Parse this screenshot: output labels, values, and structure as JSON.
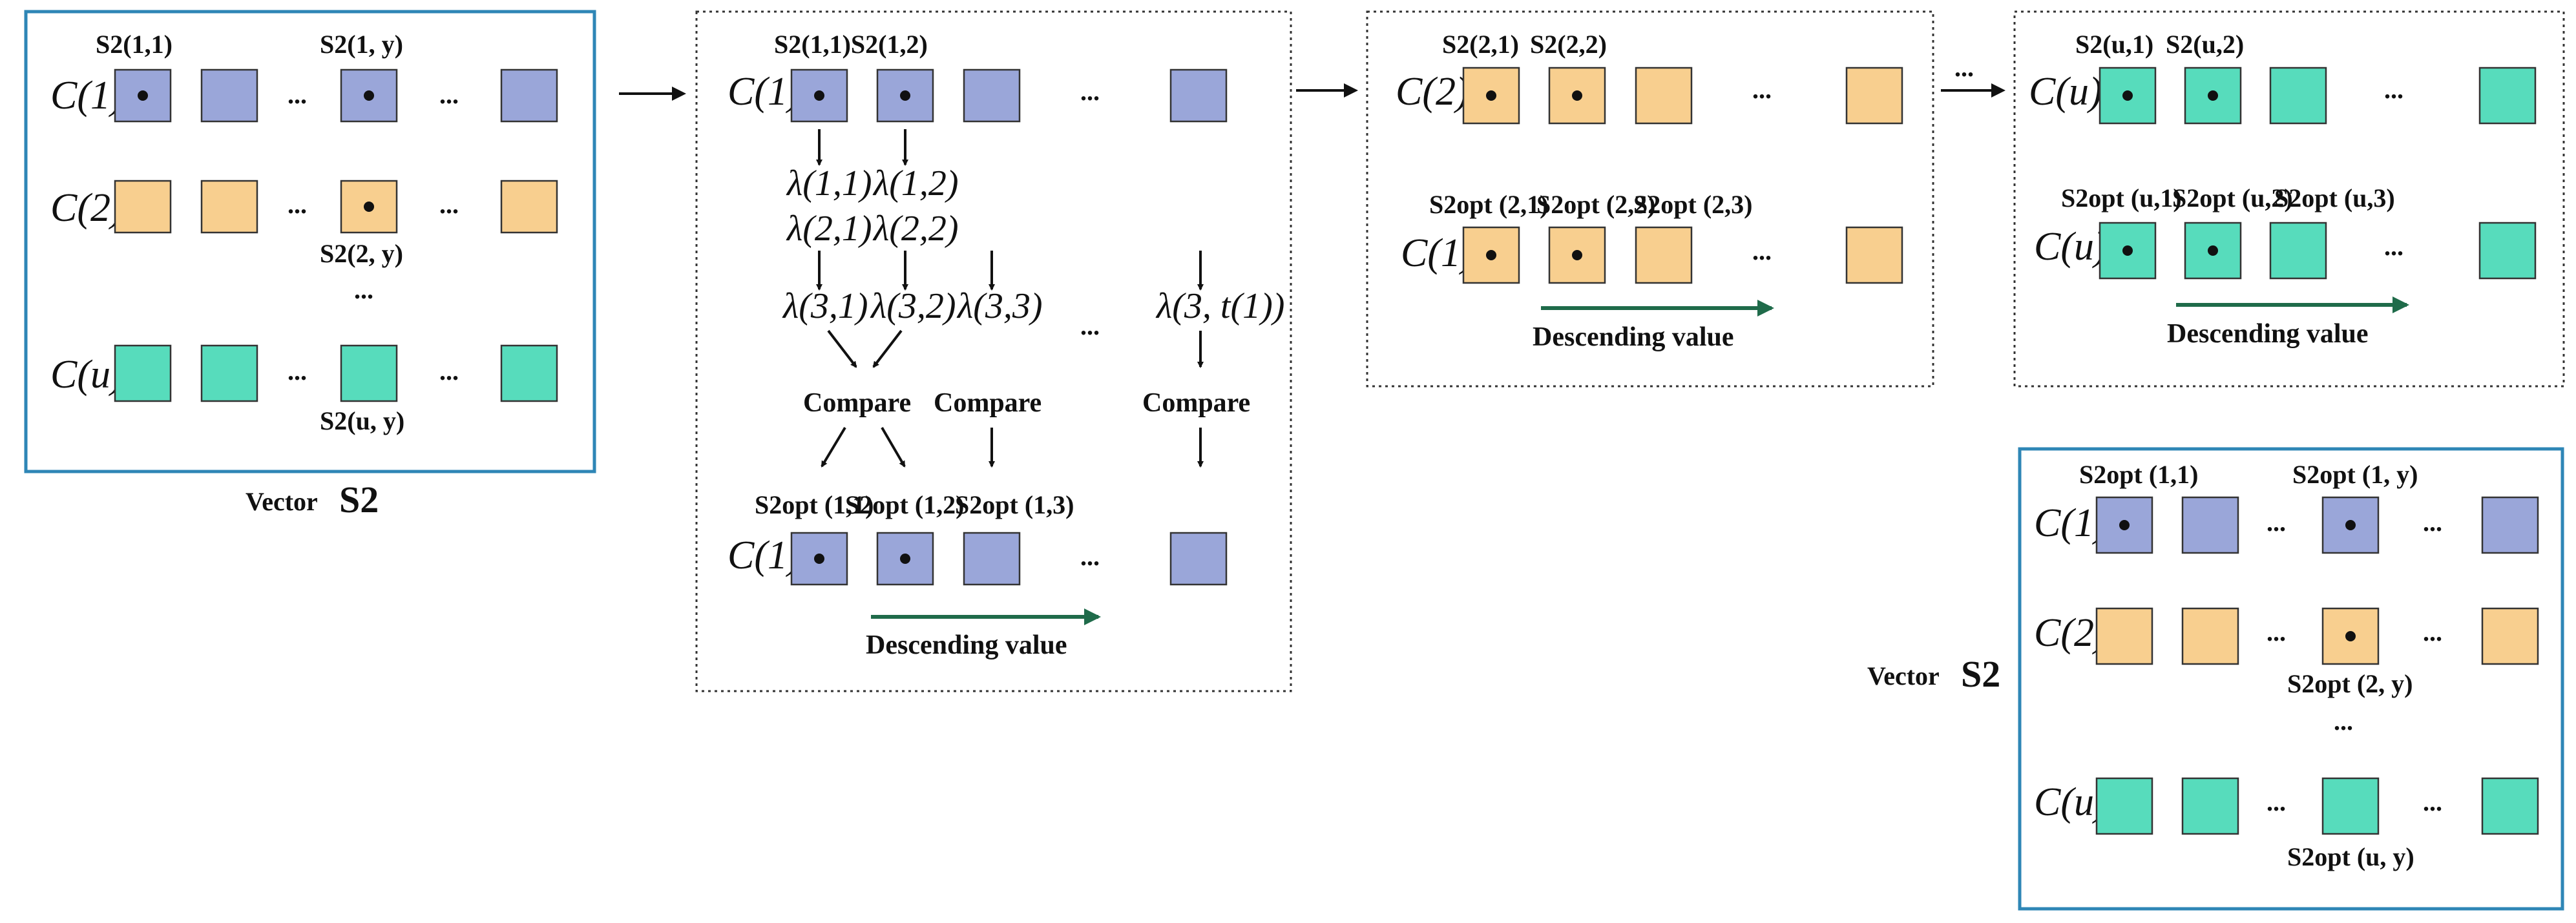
{
  "colors": {
    "blue_cell": "#9aa6d9",
    "orange_cell": "#f8cf8f",
    "green_cell": "#57dcbc",
    "frame_blue": "#2e86b6",
    "arrow_green": "#1f6b4a"
  },
  "panel1": {
    "top_labels": [
      "S2(1,1)",
      "S2(1, y)"
    ],
    "row_labels": [
      "C(1)",
      "C(2)",
      "C(u)"
    ],
    "mid_label": "S2(2, y)",
    "bottom_label": "S2(u, y)",
    "dots": "...",
    "caption_word": "Vector",
    "caption_symbol": "S2"
  },
  "panel2": {
    "top_labels": [
      "S2(1,1)S2(1,2)"
    ],
    "row_label": "C(1)",
    "lambda_col1": [
      "λ(1,1)",
      "λ(2,1)",
      "λ(3,1)"
    ],
    "lambda_col2": [
      "λ(1,2)",
      "λ(2,2)",
      "λ(3,2)"
    ],
    "lambda_col3": "λ(3,3)",
    "lambda_col4": "λ(3, t(1))",
    "compare": "Compare",
    "opt_labels": [
      "S2opt (1,1)",
      "S2opt (1,2)",
      "S2opt (1,3)"
    ],
    "descending": "Descending value"
  },
  "panel3": {
    "top_labels": [
      "S2(2,1)",
      "S2(2,2)"
    ],
    "row_top": "C(2)",
    "opt_labels": [
      "S2opt (2,1)",
      "S2opt (2,2)",
      "S2opt (2,3)"
    ],
    "row_bottom": "C(1)",
    "descending": "Descending value"
  },
  "panel4": {
    "top_labels": [
      "S2(u,1)",
      "S2(u,2)"
    ],
    "row_top": "C(u)",
    "opt_labels": [
      "S2opt (u,1)",
      "S2opt (u,2)",
      "S2opt (u,3)"
    ],
    "row_bottom": "C(u)",
    "descending": "Descending value"
  },
  "panel5": {
    "top_labels": [
      "S2opt (1,1)",
      "S2opt (1, y)"
    ],
    "row_labels": [
      "C(1)",
      "C(2)",
      "C(u)"
    ],
    "mid_label": "S2opt (2, y)",
    "bottom_label": "S2opt (u, y)",
    "caption_word": "Vector",
    "caption_symbol": "S2"
  },
  "connector_dots": "..."
}
